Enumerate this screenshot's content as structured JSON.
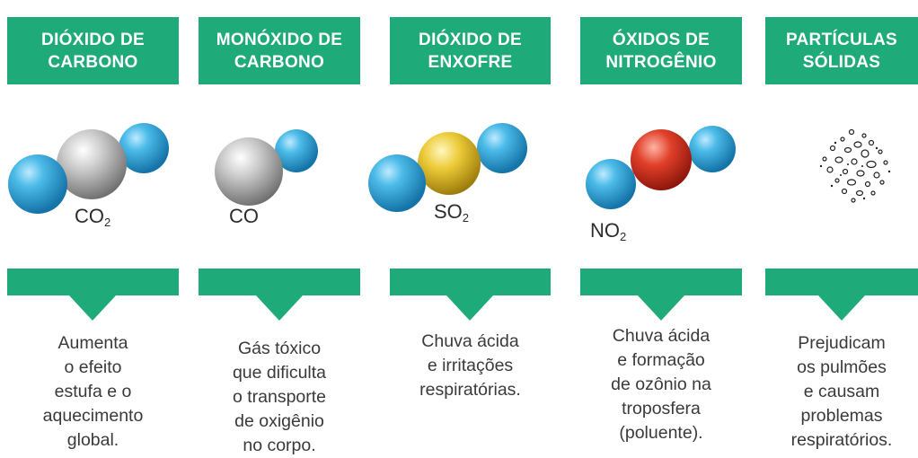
{
  "colors": {
    "accent": "#1faa7a",
    "oxygen": "#2aa8dc",
    "carbon": "#b5b5b5",
    "sulfur": "#e3c124",
    "nitrogen": "#d8321f"
  },
  "columns": [
    {
      "id": "co2",
      "title": [
        "DIÓXIDO DE",
        "CARBONO"
      ],
      "formula": "CO",
      "subscript": "2",
      "description": "Aumenta\no efeito\nestufa e o\naquecimento\nglobal."
    },
    {
      "id": "co",
      "title": [
        "MONÓXIDO DE",
        "CARBONO"
      ],
      "formula": "CO",
      "subscript": "",
      "description": "Gás tóxico\nque dificulta\no transporte\nde oxigênio\nno corpo."
    },
    {
      "id": "so2",
      "title": [
        "DIÓXIDO DE",
        "ENXOFRE"
      ],
      "formula": "SO",
      "subscript": "2",
      "description": "Chuva ácida\ne irritações\nrespiratórias."
    },
    {
      "id": "no2",
      "title": [
        "ÓXIDOS DE",
        "NITROGÊNIO"
      ],
      "formula": "NO",
      "subscript": "2",
      "description": "Chuva ácida\ne formação\nde ozônio na\ntroposfera\n(poluente)."
    },
    {
      "id": "particles",
      "title": [
        "PARTÍCULAS",
        "SÓLIDAS"
      ],
      "formula": "",
      "subscript": "",
      "description": "Prejudicam\nos pulmões\ne causam\nproblemas\nrespiratórios."
    }
  ]
}
